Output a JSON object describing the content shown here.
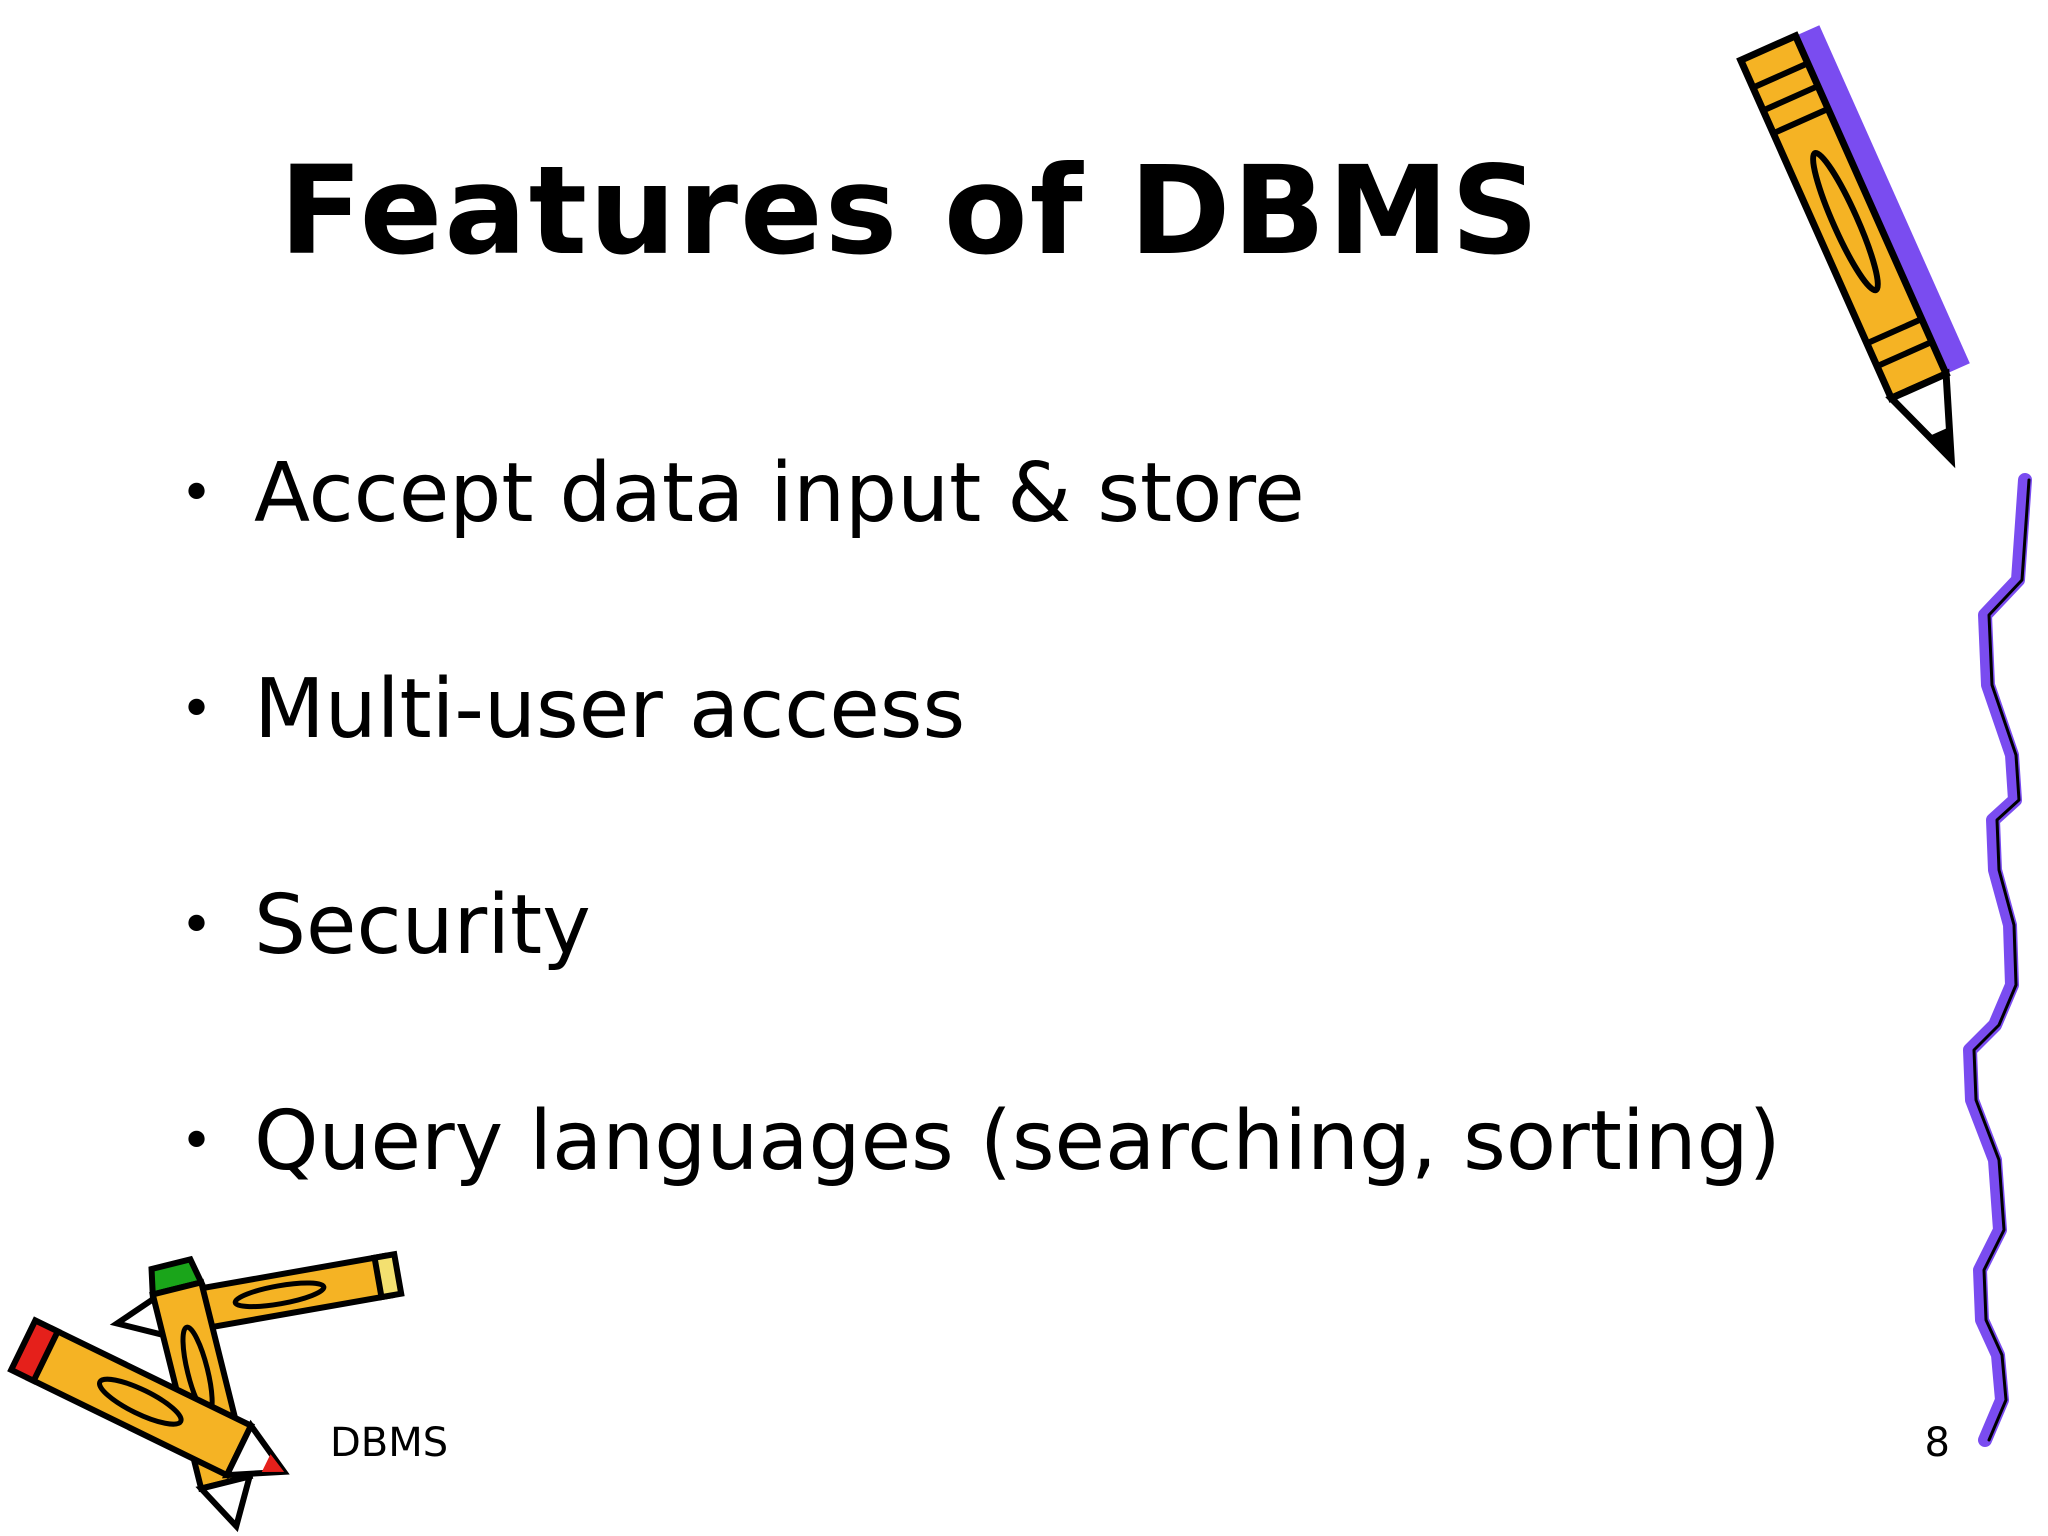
{
  "slide": {
    "title": "Features of DBMS",
    "bullets": [
      {
        "marker": "•",
        "text": "Accept data input & store"
      },
      {
        "marker": "•",
        "text": "Multi-user access"
      },
      {
        "marker": "•",
        "text": "Security"
      },
      {
        "marker": "•",
        "text": "Query languages (searching, sorting)"
      }
    ],
    "footer": {
      "label": "DBMS",
      "page_number": "8"
    }
  },
  "decorations": {
    "top_right_art": "pencil-icon",
    "right_edge_art": "wavy-line-icon",
    "bottom_left_art": "crossed-pencils-icon",
    "colors": {
      "pencil_body": "#f5b324",
      "accent_purple": "#7a4cf0",
      "outline": "#000000",
      "pencil_tip_red": "#e5201b",
      "pencil_cap_green": "#1aa51a",
      "eraser_yellow": "#f3e070"
    }
  }
}
